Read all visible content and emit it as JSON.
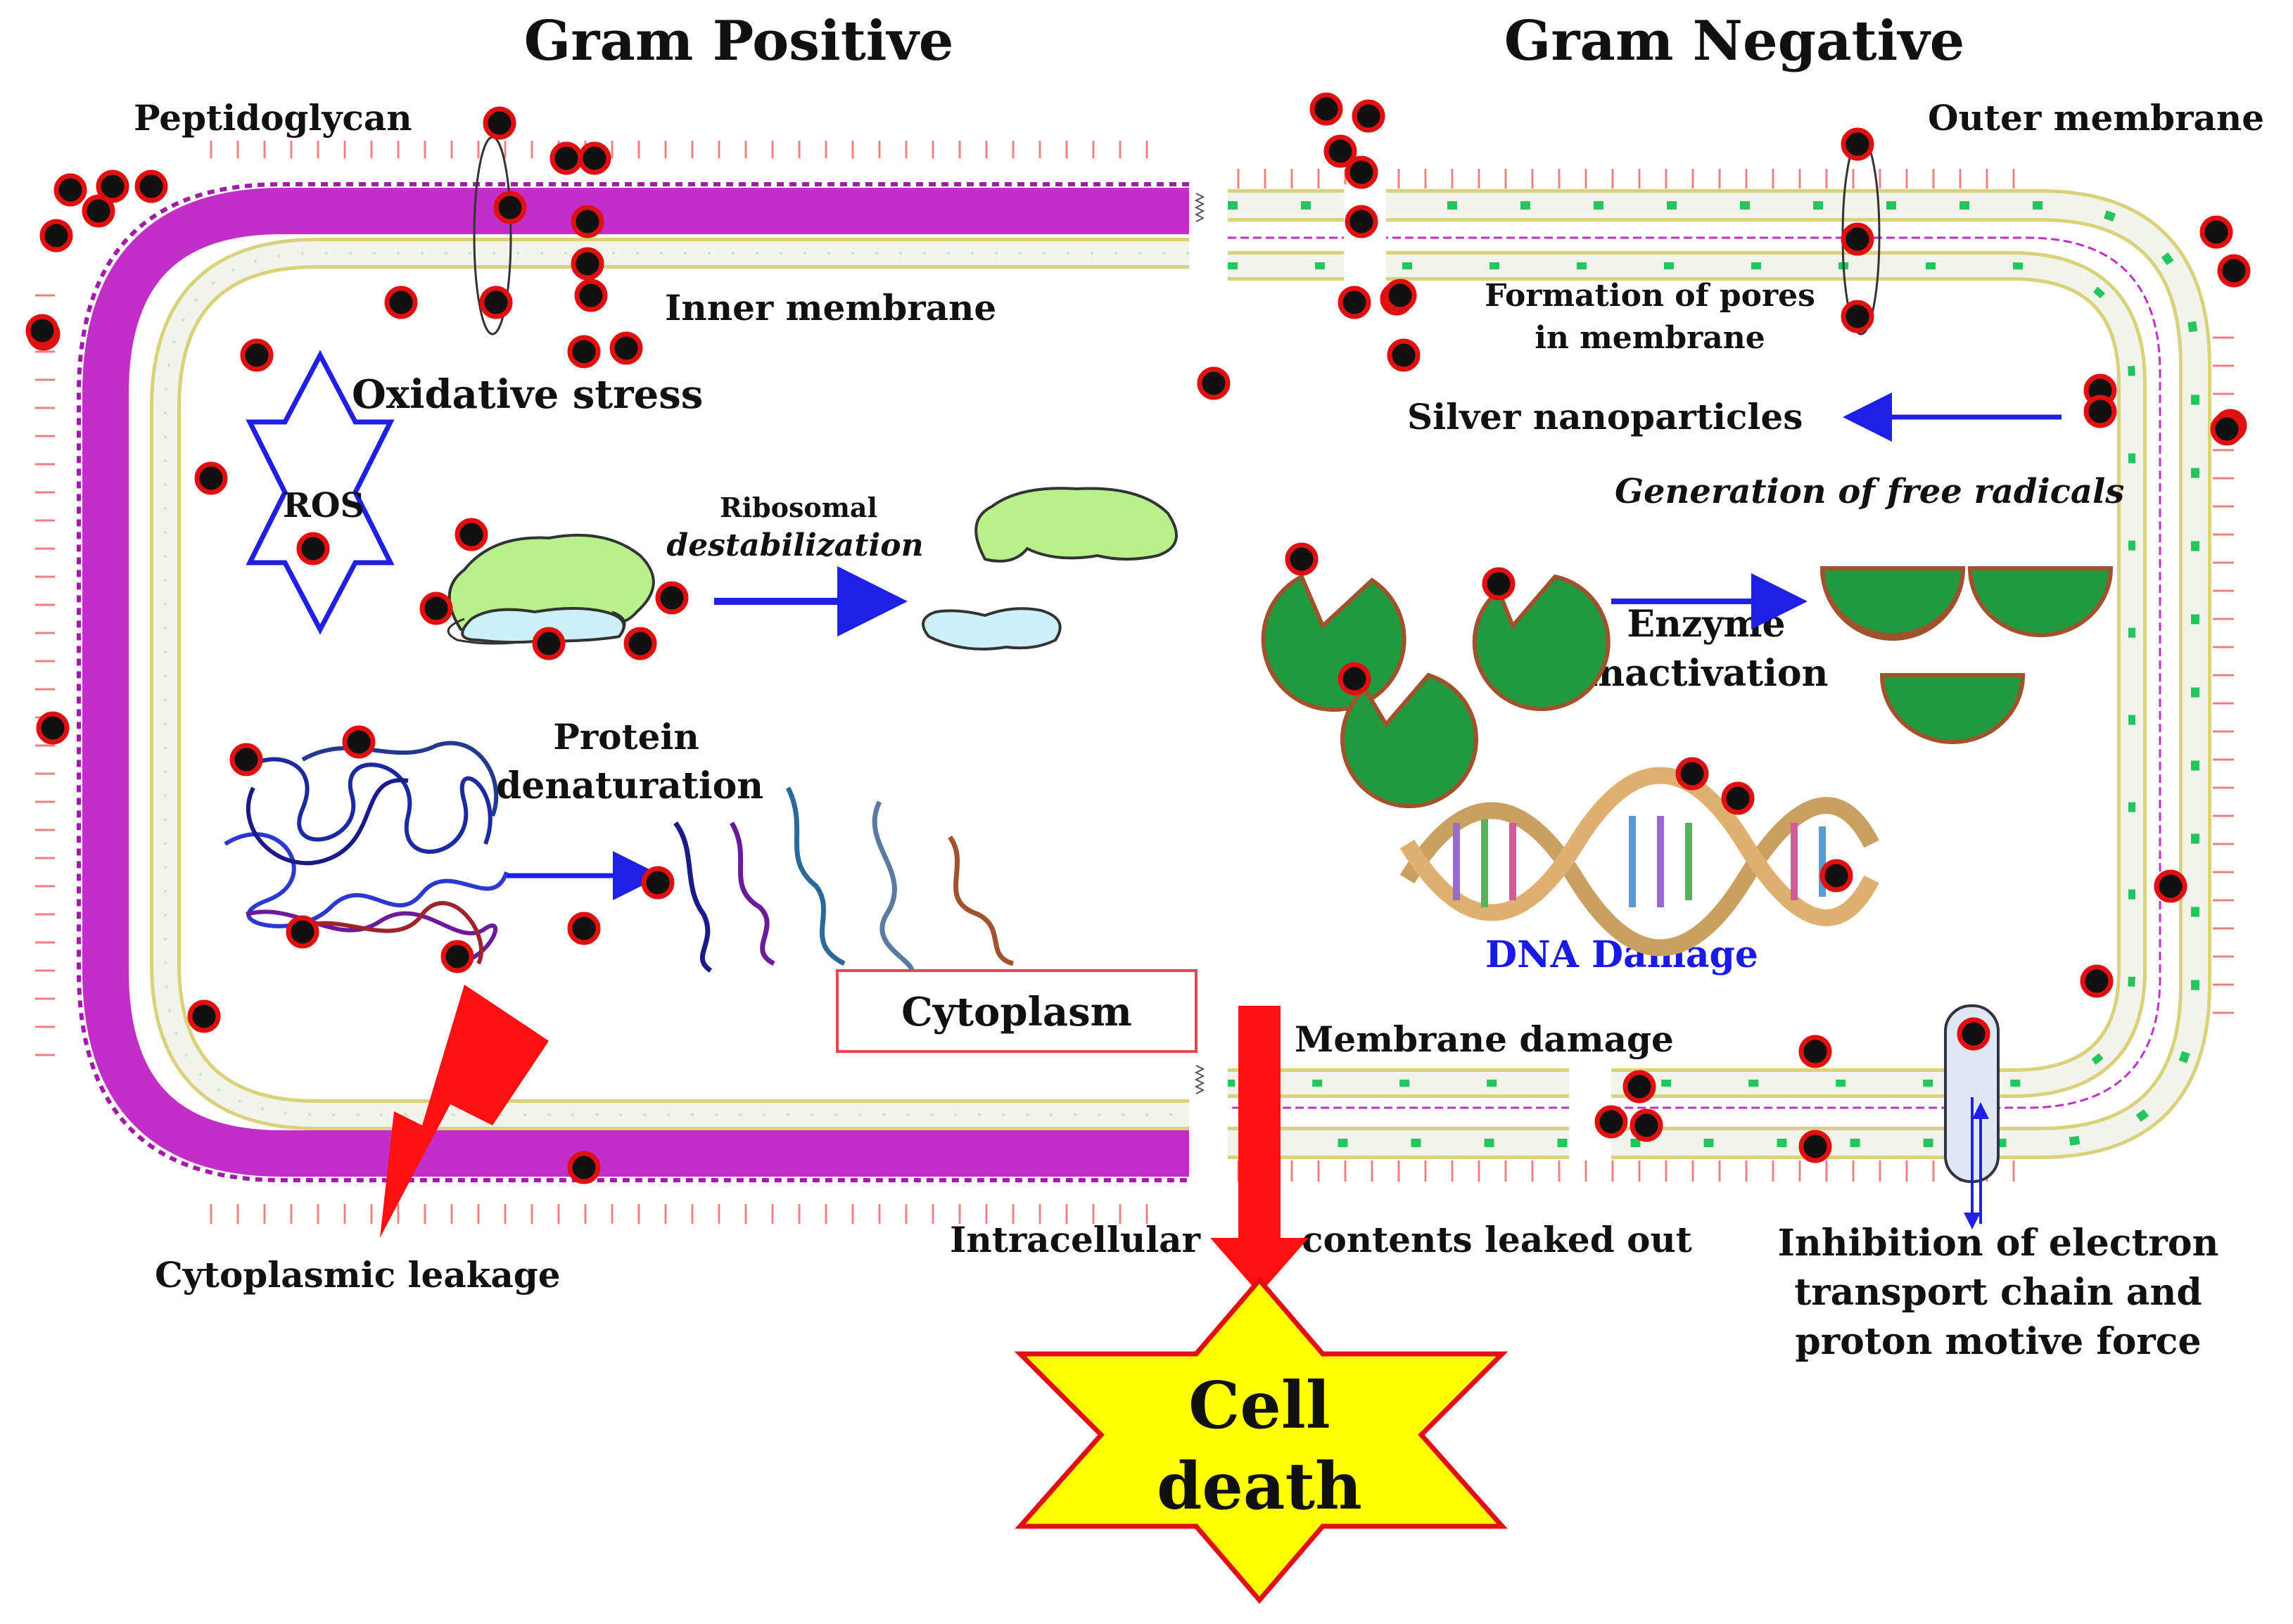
{
  "headings": {
    "gram_positive": "Gram Positive",
    "gram_negative": "Gram Negative"
  },
  "labels": {
    "peptidoglycan": "Peptidoglycan",
    "outer_membrane": "Outer membrane",
    "inner_membrane": "Inner membrane",
    "formation_of_pores_line1": "Formation of pores",
    "formation_of_pores_line2": "in membrane",
    "oxidative_stress": "Oxidative stress",
    "ros": "ROS",
    "silver_nanoparticles": "Silver nanoparticles",
    "generation_of_free_radicals": "Generation of free radicals",
    "ribosomal_line1": "Ribosomal",
    "ribosomal_line2": "destabilization",
    "enzyme_line1": "Enzyme",
    "enzyme_line2": "inactivation",
    "protein_line1": "Protein",
    "protein_line2": "denaturation",
    "dna_damage": "DNA Damage",
    "cytoplasm": "Cytoplasm",
    "membrane_damage": "Membrane damage",
    "intracellular": "Intracellular",
    "contents_leaked_out": "contents leaked out",
    "cytoplasmic_leakage": "Cytoplasmic leakage",
    "inhibition_line1": "Inhibition of electron",
    "inhibition_line2": "transport chain and",
    "inhibition_line3": "proton motive force",
    "cell_death_line1": "Cell",
    "cell_death_line2": "death"
  },
  "colors": {
    "peptidoglycan": "#c22fc8",
    "membrane_edge": "#d9d27a",
    "membrane_fill": "#f2f3ea",
    "nanoparticle_core": "#111111",
    "nanoparticle_ring": "#e01010",
    "arrow_blue": "#1f1fe6",
    "enzyme_green": "#1f9a3c",
    "enzyme_edge": "#a0522d",
    "ribosome_large": "#b8f08a",
    "ribosome_small": "#cdeff7",
    "cell_death_fill": "#ffff00",
    "cell_death_edge": "#e01010",
    "lightning_red": "#ff1010",
    "dna_damage_blue": "#1a1ae6",
    "cytoplasm_box_edge": "#e04a4a"
  }
}
